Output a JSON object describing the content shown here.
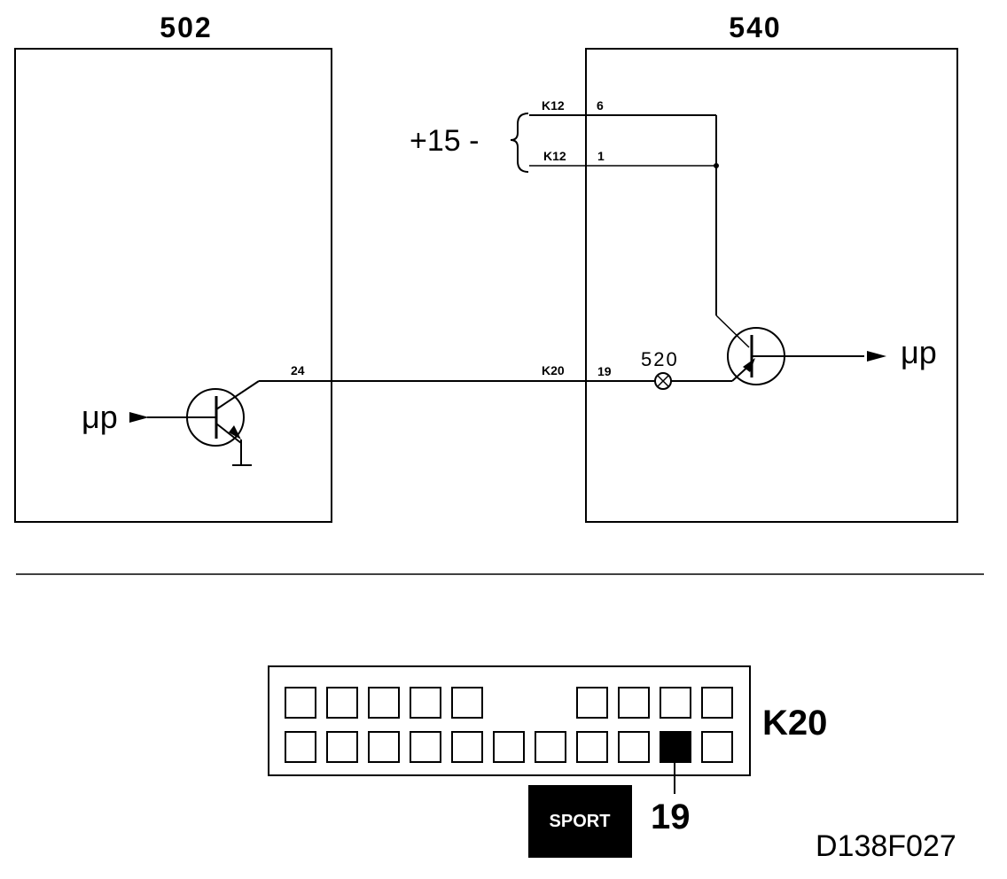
{
  "modules": {
    "left": {
      "id": "502"
    },
    "right": {
      "id": "540"
    }
  },
  "supply": {
    "label": "+15 -"
  },
  "pins": {
    "k12_pin6_conn": "K12",
    "k12_pin6_num": "6",
    "k12_pin1_conn": "K12",
    "k12_pin1_num": "1",
    "left_pin": "24",
    "k20_conn": "K20",
    "k20_num": "19"
  },
  "lamp": {
    "id": "520"
  },
  "mu_left": "μp",
  "mu_right": "μp",
  "connector": {
    "name": "K20",
    "highlighted_pin": "19",
    "top_row_slots": 9,
    "bottom_row_slots": 11,
    "filled_slot_bottom_index": 9
  },
  "sport_label": "SPORT",
  "figure_code": "D138F027"
}
